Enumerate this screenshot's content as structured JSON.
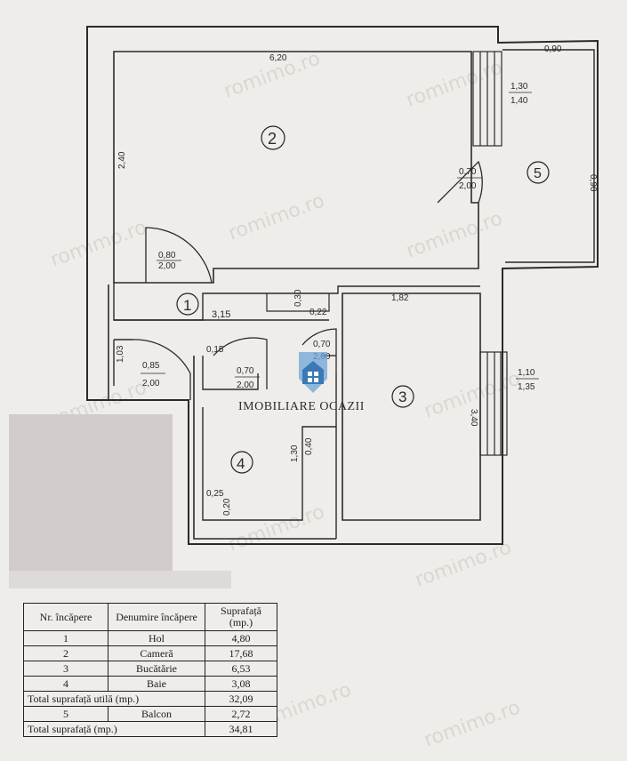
{
  "rooms": [
    {
      "num": "1",
      "name": "Hol",
      "area": "4,80"
    },
    {
      "num": "2",
      "name": "Cameră",
      "area": "17,68"
    },
    {
      "num": "3",
      "name": "Bucătărie",
      "area": "6,53"
    },
    {
      "num": "4",
      "name": "Baie",
      "area": "3,08"
    }
  ],
  "table": {
    "col1": "Nr. încăpere",
    "col2": "Denumire încăpere",
    "col3": "Suprafață (mp.)",
    "total_util_label": "Total suprafață utilă (mp.)",
    "total_util_value": "32,09",
    "balcon": {
      "num": "5",
      "name": "Balcon",
      "area": "2,72"
    },
    "total_label": "Total suprafață (mp.)",
    "total_value": "34,81"
  },
  "room_labels": {
    "r1": "1",
    "r2": "2",
    "r3": "3",
    "r4": "4",
    "r5": "5"
  },
  "dimensions": {
    "room2_width": "6,20",
    "room2_height": "2,40",
    "balcony_width": "0,90",
    "balcony_height": "0,90",
    "door_room2_top": "0,80",
    "door_room2_bottom": "2,00",
    "door_hall_top": "0,80",
    "door_hall_bottom": "2,00",
    "door_balcony_top": "0,70",
    "door_balcony_bottom": "2,00",
    "window_balcony_top": "1,30",
    "window_balcony_bottom": "1,40",
    "hall_length": "3,15",
    "hall_side": "1,03",
    "door_entry_top": "0,85",
    "door_entry_bottom": "2,00",
    "offset_015": "0,15",
    "door_bath_top": "0,70",
    "door_bath_bottom": "2,00",
    "door_kitchen_top": "0,70",
    "door_kitchen_bottom": "2,00",
    "step_top": "0,30",
    "step_bottom": "0,22",
    "kitchen_width": "1,82",
    "kitchen_height": "3,40",
    "window_kitchen_top": "1,10",
    "window_kitchen_bottom": "1,35",
    "bath_height": "1,30",
    "bath_wall": "0,40",
    "corner_025": "0,25",
    "corner_020": "0,20"
  },
  "watermark": "romimo.ro",
  "logo": {
    "text": "IMOBILIARE OCAZII",
    "icon": "house-icon",
    "color": "#3a78b6"
  }
}
